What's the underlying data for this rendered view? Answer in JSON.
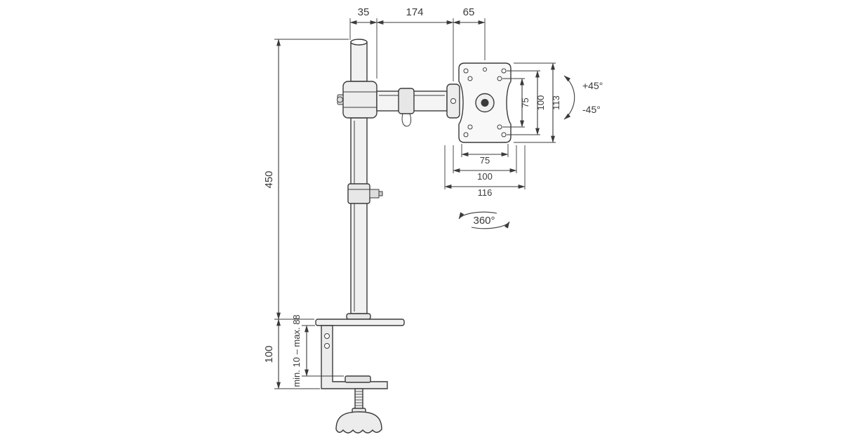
{
  "diagram": {
    "colors": {
      "line": "#3a3a3a",
      "background": "#ffffff"
    },
    "dimensions": {
      "top_left": "35",
      "arm_length": "174",
      "head_offset": "65",
      "pole_height": "450",
      "clamp_section": "100",
      "clamp_range": "min. 10 – max. 88",
      "vesa_v_inner": "75",
      "vesa_v_outer": "100",
      "plate_height": "113",
      "vesa_h_inner": "75",
      "vesa_h_outer": "100",
      "plate_width": "116"
    },
    "rotation": {
      "tilt_up": "+45°",
      "tilt_down": "-45°",
      "swivel": "360°"
    }
  }
}
